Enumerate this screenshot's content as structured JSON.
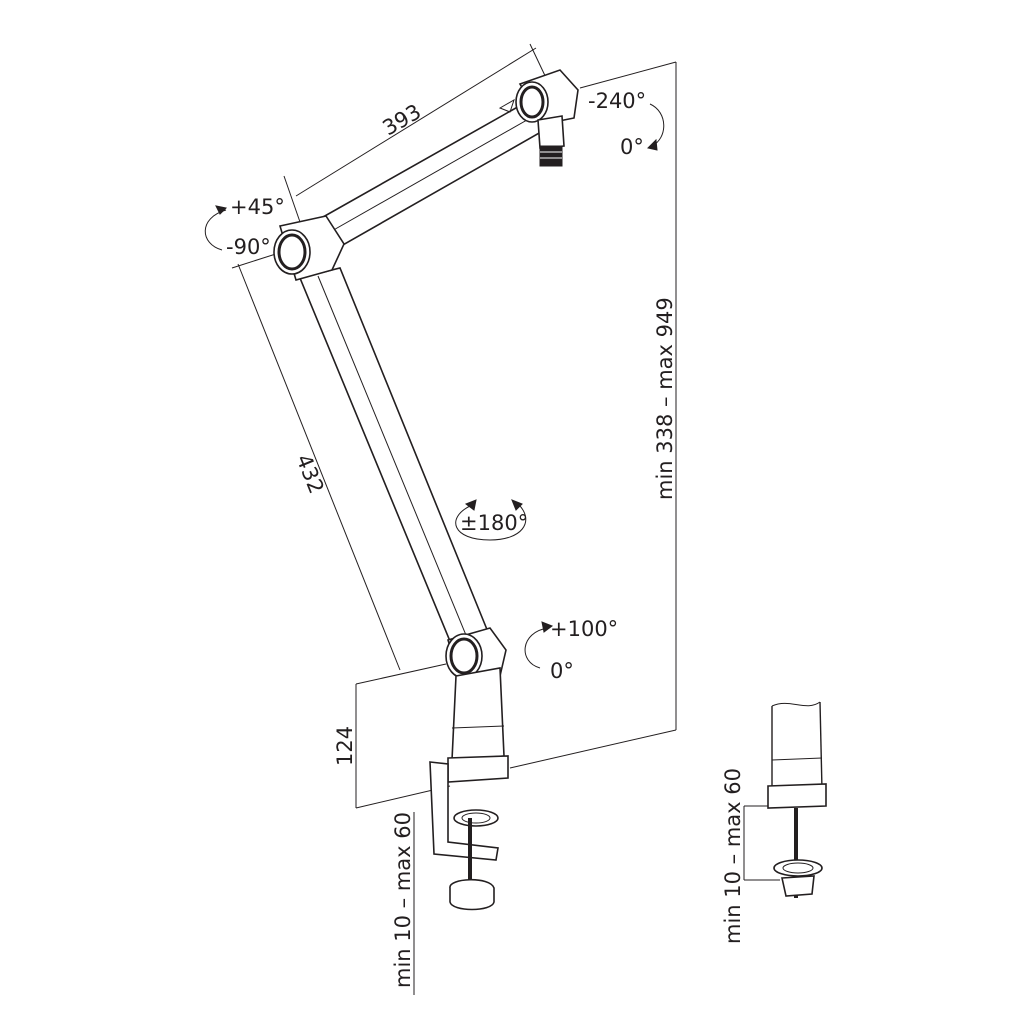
{
  "dimensions": {
    "upper_arm_length": "393",
    "lower_arm_length": "432",
    "height_range": "min 338 – max 949",
    "base_height": "124",
    "clamp_range_left": "min 10 – max 60",
    "clamp_range_right": "min 10 – max 60"
  },
  "angles": {
    "mount_top": "-240°",
    "mount_bottom": "0°",
    "elbow_top": "+45°",
    "elbow_bottom": "-90°",
    "rotation": "±180°",
    "base_top": "+100°",
    "base_bottom": "0°"
  }
}
